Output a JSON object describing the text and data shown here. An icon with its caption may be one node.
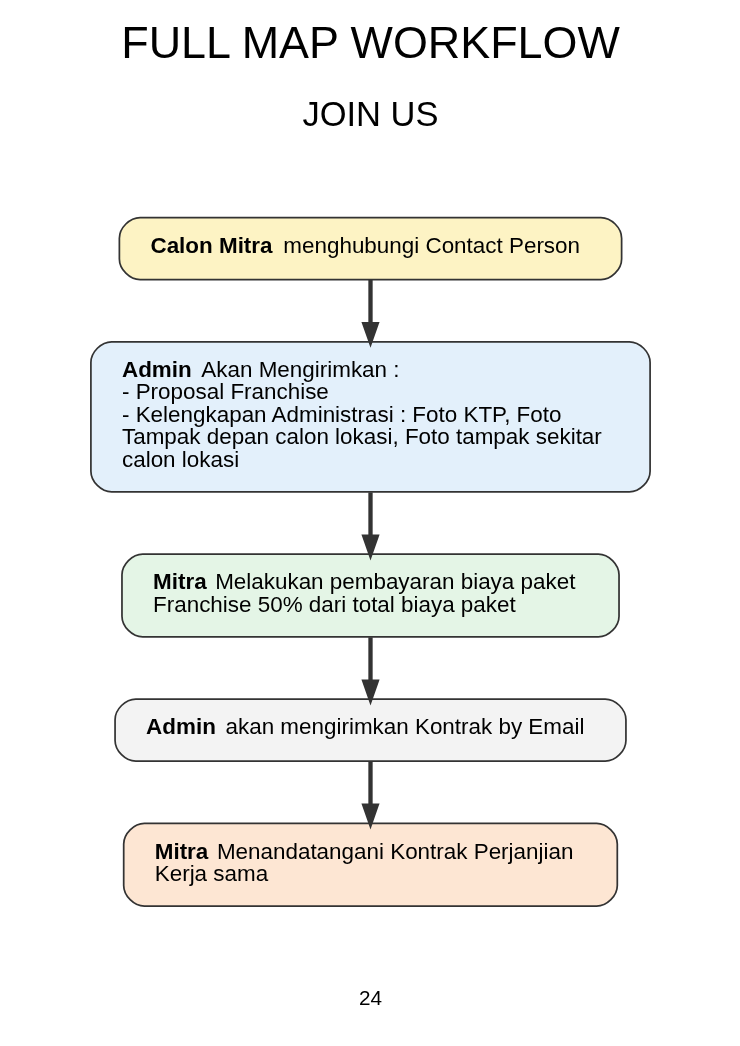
{
  "diagram": {
    "title": "FULL MAP WORKFLOW",
    "nodes": [
      {
        "text": [
          "**Calon Mitra** menghubungi Contact Person"
        ]
      },
      {
        "text": [
          "**Admin** Akan Mengirimkan :",
          "- Proposal Franchise",
          "- Kelengkapan Administrasi : Foto KTP, Foto Tampak depan calon lokasi, Foto tampak sekitar calon lokasi"
        ]
      },
      {
        "text": [
          "**Mitra** Melakukan pembayaran biaya paket Franchise 50% dari total biaya paket"
        ]
      },
      {
        "text": [
          "**Admin** akan mengirimkan Kontrak by Email"
        ]
      },
      {
        "text": [
          "**Mitra** Menandatangani Kontrak Perjanjian Kerja sama"
        ]
      }
    ],
    "edges": [
      {
        "from": 0,
        "to": 1,
        "arrow": "to"
      },
      {
        "from": 1,
        "to": 2,
        "arrow": "to"
      },
      {
        "from": 2,
        "to": 3,
        "arrow": "to"
      },
      {
        "from": 3,
        "to": 4,
        "arrow": "to"
      }
    ],
    "labels": [
      "JOIN US",
      "24"
    ]
  }
}
